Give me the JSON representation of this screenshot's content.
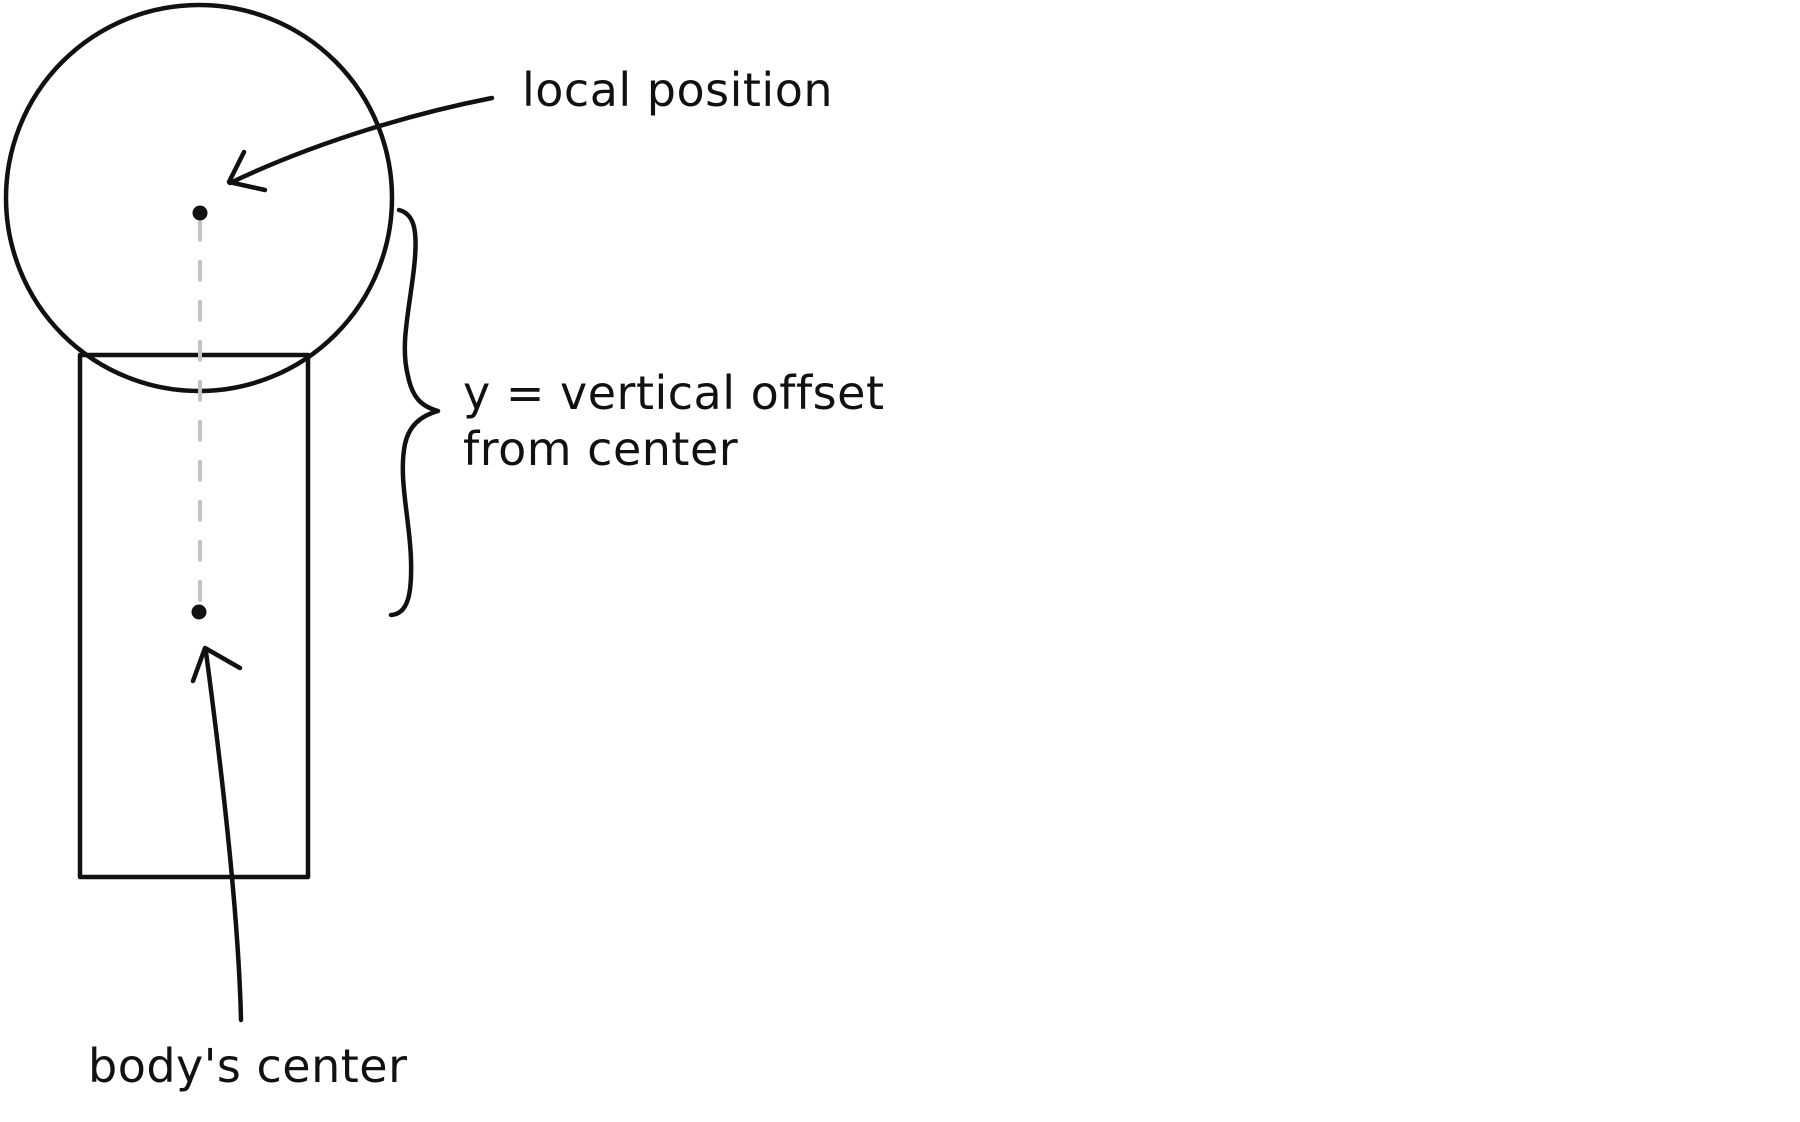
{
  "labels": {
    "local_position": "local position",
    "offset_line1": "y = vertical offset",
    "offset_line2": "from center",
    "body_center": "body's center"
  },
  "colors": {
    "ink": "#111111",
    "dashed_line": "#c2c2c2",
    "background": "#ffffff"
  }
}
